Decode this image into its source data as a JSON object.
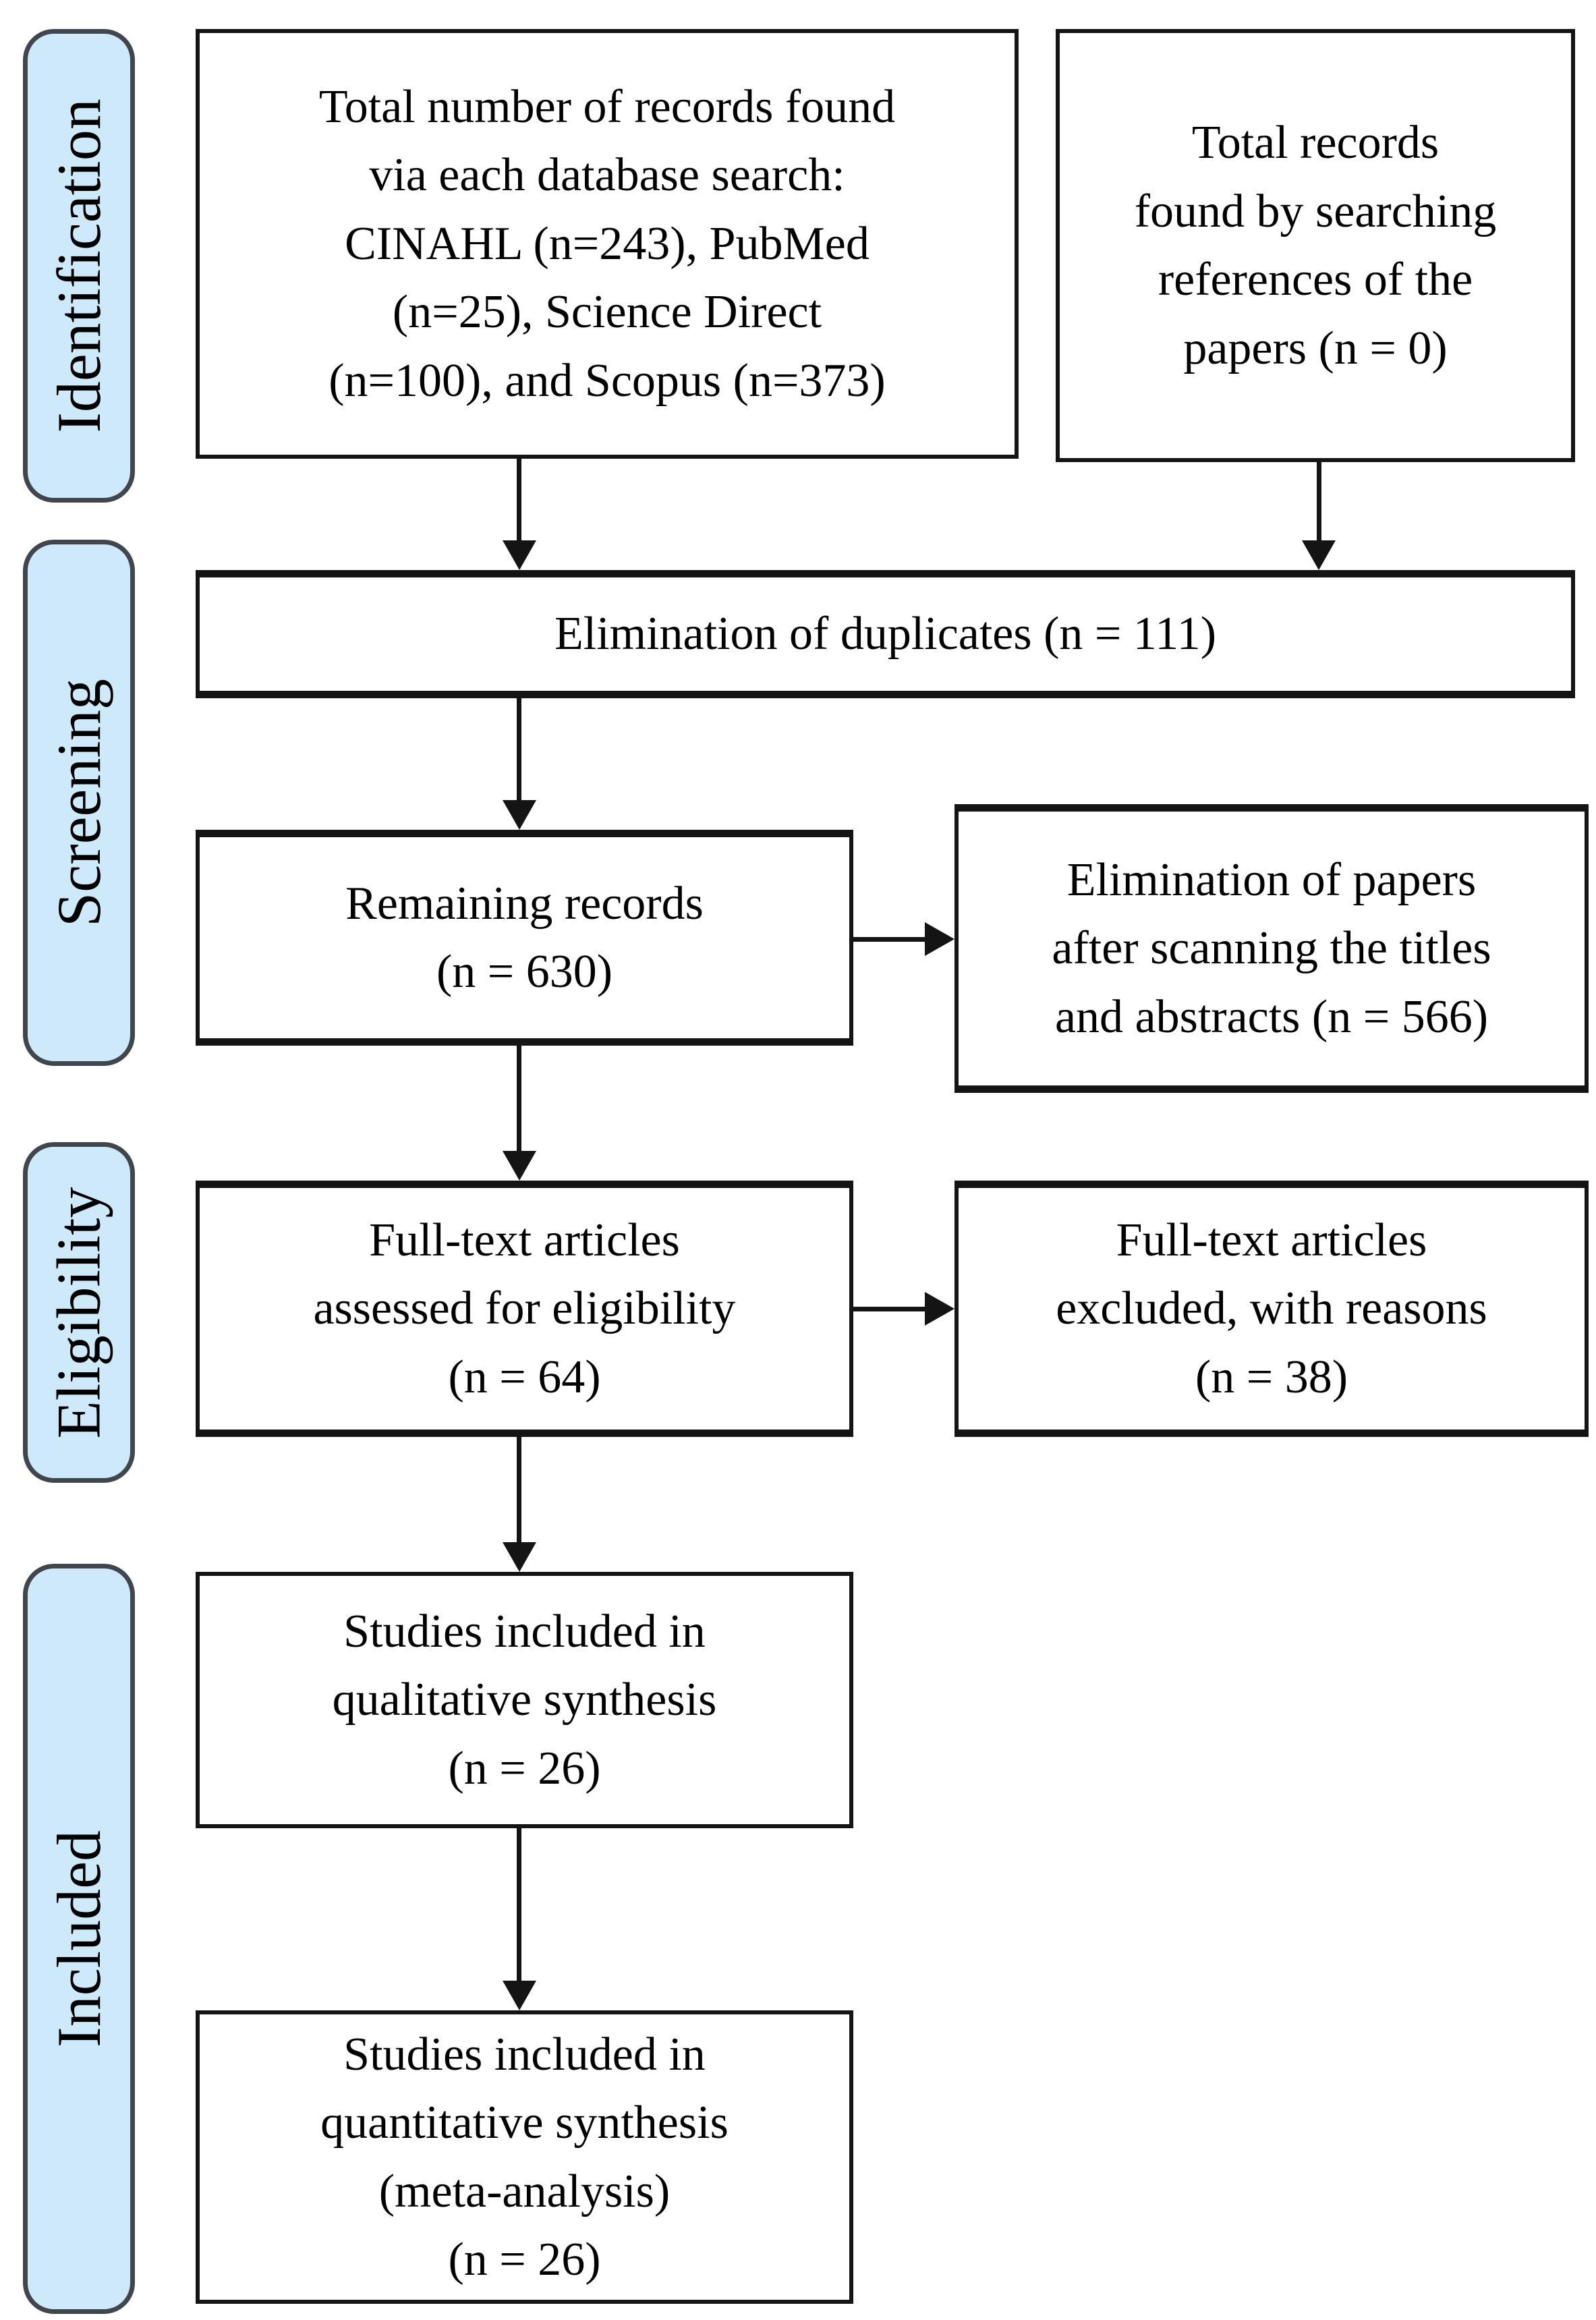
{
  "stages": [
    {
      "label": "Identification"
    },
    {
      "label": "Screening"
    },
    {
      "label": "Eligibility"
    },
    {
      "label": "Included"
    }
  ],
  "boxes": {
    "records_found": {
      "text": "Total number of records found\nvia each database search:\nCINAHL (n=243), PubMed\n(n=25), Science Direct\n(n=100), and Scopus (n=373)"
    },
    "reference_records": {
      "text": "Total records\nfound by searching\nreferences of the\npapers (n = 0)"
    },
    "duplicates": {
      "text": "Elimination of duplicates (n = 111)"
    },
    "remaining": {
      "text": "Remaining records\n(n = 630)"
    },
    "title_abstract_excluded": {
      "text": "Elimination of papers\nafter scanning the titles\nand abstracts (n = 566)"
    },
    "fulltext_assessed": {
      "text": "Full-text articles\nassessed for eligibility\n(n = 64)"
    },
    "fulltext_excluded": {
      "text": "Full-text articles\nexcluded, with reasons\n(n = 38)"
    },
    "qualitative": {
      "text": "Studies included in\nqualitative synthesis\n(n = 26)"
    },
    "quantitative": {
      "text": "Studies included in\nquantitative synthesis\n(meta-analysis)\n(n = 26)"
    }
  },
  "arrows": [
    {
      "from": "records_found",
      "to": "duplicates",
      "direction": "down"
    },
    {
      "from": "reference_records",
      "to": "duplicates",
      "direction": "down"
    },
    {
      "from": "duplicates",
      "to": "remaining",
      "direction": "down"
    },
    {
      "from": "remaining",
      "to": "title_abstract_excluded",
      "direction": "right"
    },
    {
      "from": "remaining",
      "to": "fulltext_assessed",
      "direction": "down"
    },
    {
      "from": "fulltext_assessed",
      "to": "fulltext_excluded",
      "direction": "right"
    },
    {
      "from": "fulltext_assessed",
      "to": "qualitative",
      "direction": "down"
    },
    {
      "from": "qualitative",
      "to": "quantitative",
      "direction": "down"
    }
  ],
  "colors": {
    "stage_fill": "#cde9fa",
    "stage_border": "#40464c",
    "box_fill": "#ffffff",
    "box_border": "#141414",
    "arrow": "#141414",
    "text": "#000000",
    "background": "#ffffff"
  }
}
